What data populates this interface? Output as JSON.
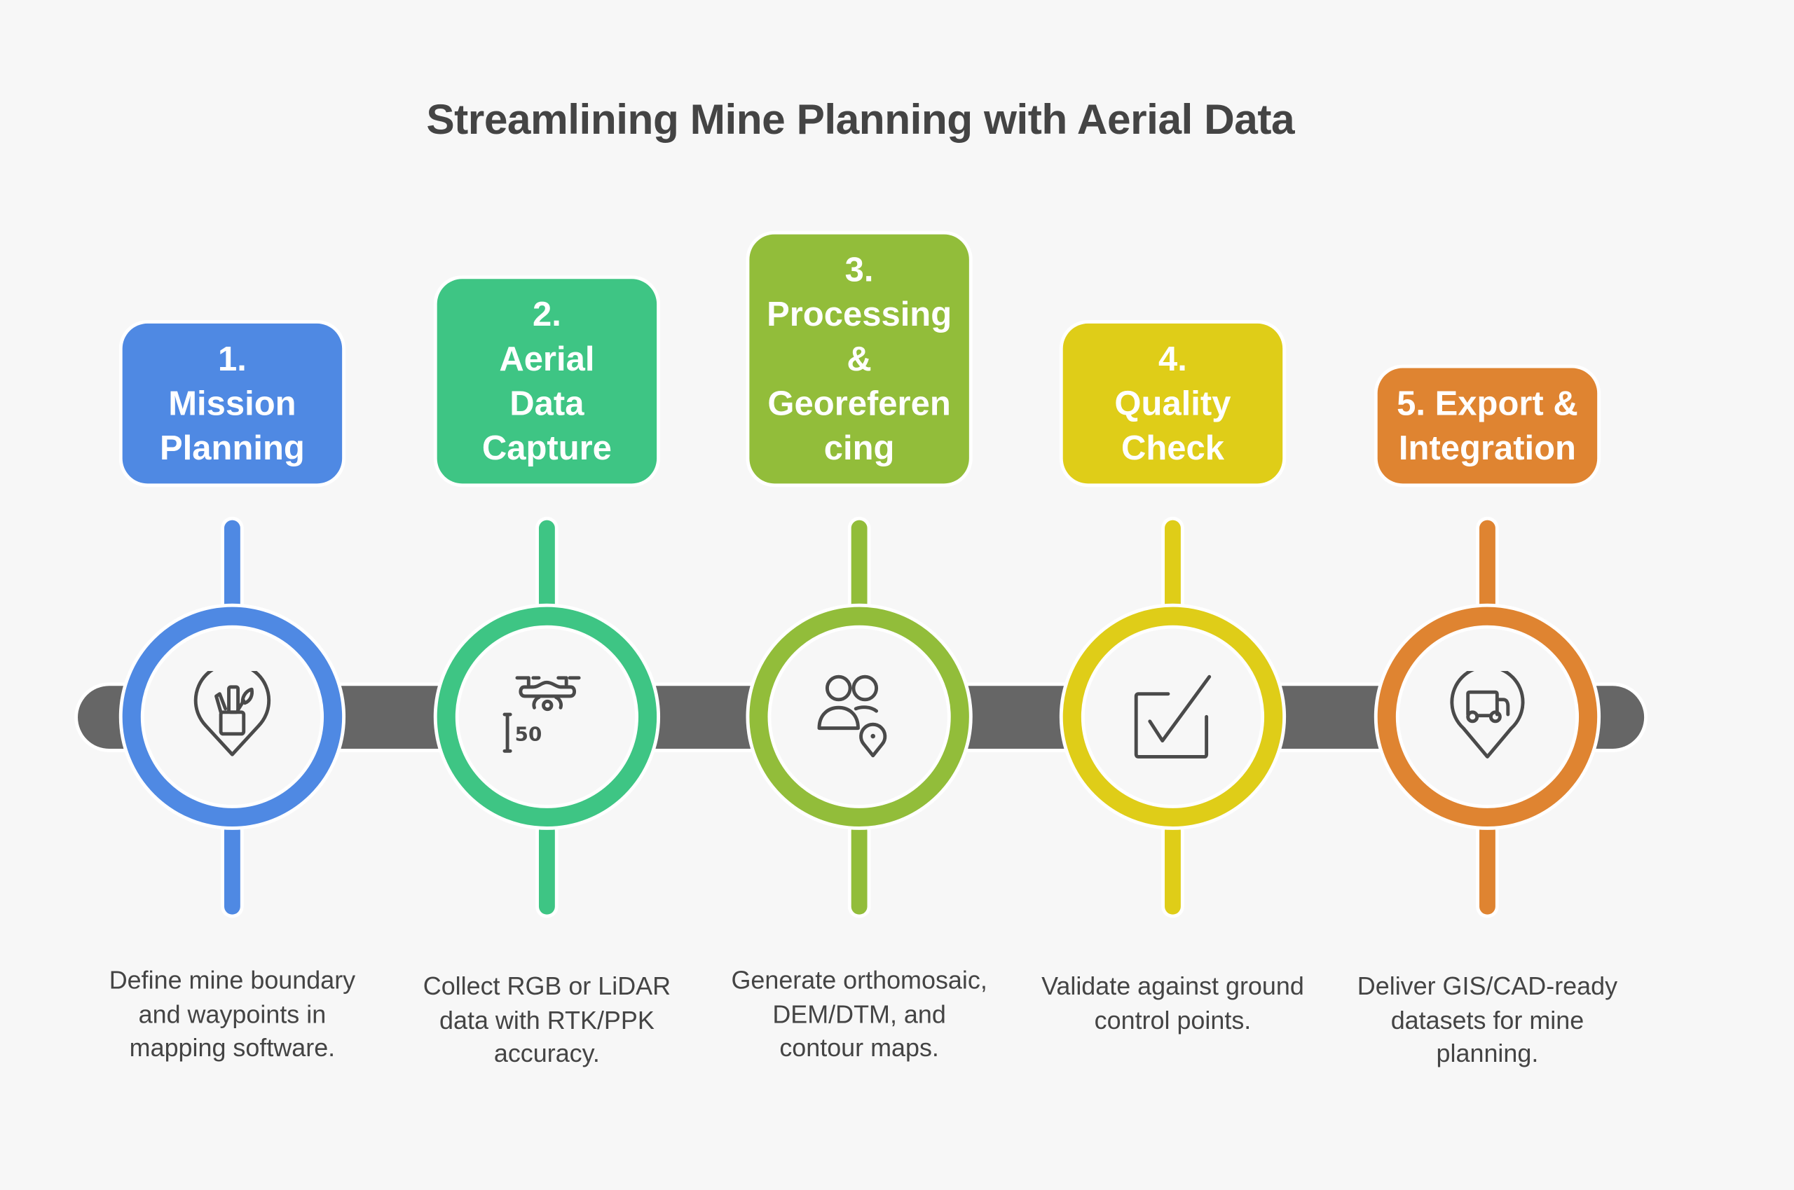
{
  "title": "Streamlining Mine Planning with Aerial Data",
  "colors": {
    "background": "#f7f7f7",
    "timeline_bar": "#666666",
    "text": "#444444",
    "icon_stroke": "#4a4a4a"
  },
  "steps": [
    {
      "number": "1.",
      "label": "Mission Planning",
      "header_lines": [
        "1.",
        "Mission",
        "Planning"
      ],
      "color": "#4f89e3",
      "icon": "location-pin-art-supplies-icon",
      "description": "Define mine boundary and waypoints in mapping software."
    },
    {
      "number": "2.",
      "label": "Aerial Data Capture",
      "header_lines": [
        "2.",
        "Aerial",
        "Data",
        "Capture"
      ],
      "color": "#3ec584",
      "icon": "drone-altitude-icon",
      "icon_text": "50",
      "description": "Collect RGB or LiDAR data with RTK/PPK accuracy."
    },
    {
      "number": "3.",
      "label": "Processing & Georeferencing",
      "header_lines": [
        "3.",
        "Processing",
        "&",
        "Georeferen",
        "cing"
      ],
      "color": "#92bd3a",
      "icon": "people-location-icon",
      "description": "Generate orthomosaic, DEM/DTM, and contour maps."
    },
    {
      "number": "4.",
      "label": "Quality Check",
      "header_lines": [
        "4.",
        "Quality",
        "Check"
      ],
      "color": "#dfcd18",
      "icon": "checkbox-checked-icon",
      "description": "Validate against ground control points."
    },
    {
      "number": "5.",
      "label": "Export & Integration",
      "header_lines": [
        "5. Export &",
        "Integration"
      ],
      "color": "#df8431",
      "icon": "location-pin-truck-icon",
      "description": "Deliver GIS/CAD-ready datasets for mine planning."
    }
  ]
}
